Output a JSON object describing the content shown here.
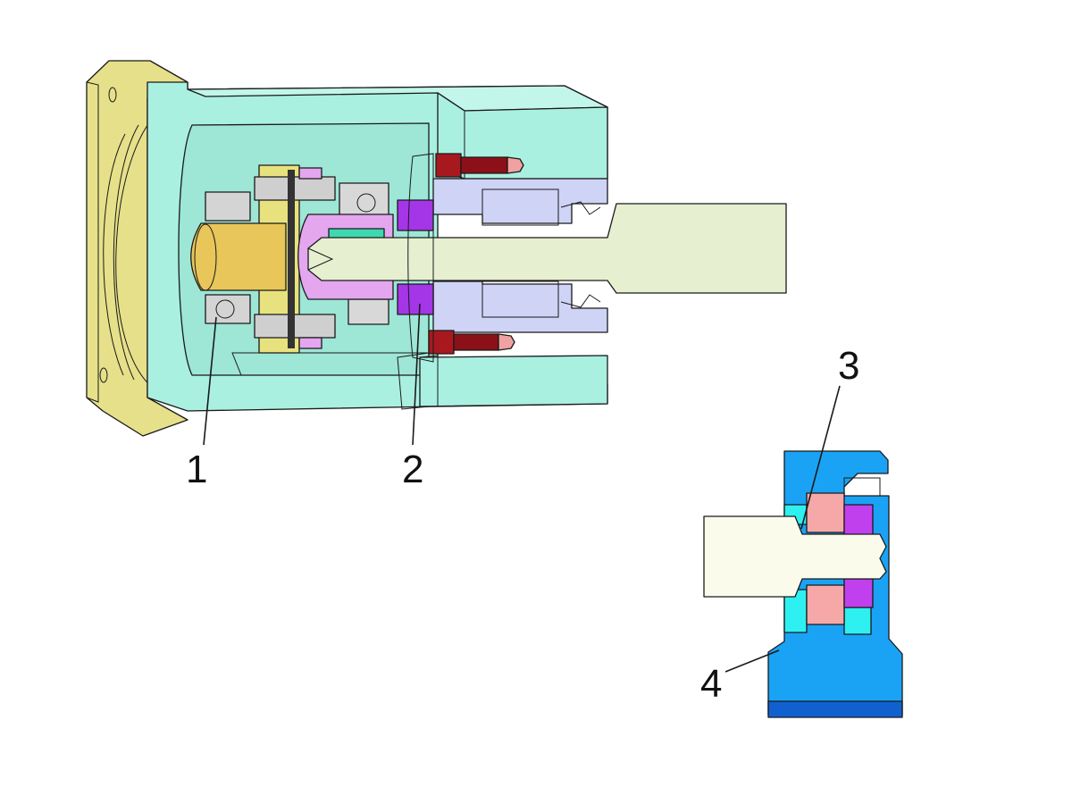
{
  "callouts": [
    {
      "id": "1",
      "text": "1"
    },
    {
      "id": "2",
      "text": "2"
    },
    {
      "id": "3",
      "text": "3"
    },
    {
      "id": "4",
      "text": "4"
    }
  ],
  "colors": {
    "flange_yellow": "#e6e08a",
    "housing_cyan": "#aaf0e0",
    "housing_shade": "#7fd6c2",
    "shaft": "#e6efd0",
    "lavender": "#cfd3f5",
    "purple": "#a436e8",
    "pink": "#e4a6ee",
    "dark_red": "#a8191f",
    "gold": "#e8c65a",
    "grey": "#cfcfcf",
    "teal": "#3ed8b0",
    "blue": "#1aa3f5",
    "blue_dark": "#1160d0",
    "cyan_bright": "#2ef0f0",
    "salmon": "#f6a8a8",
    "magenta": "#c040ee",
    "ivory": "#fbfbec"
  }
}
